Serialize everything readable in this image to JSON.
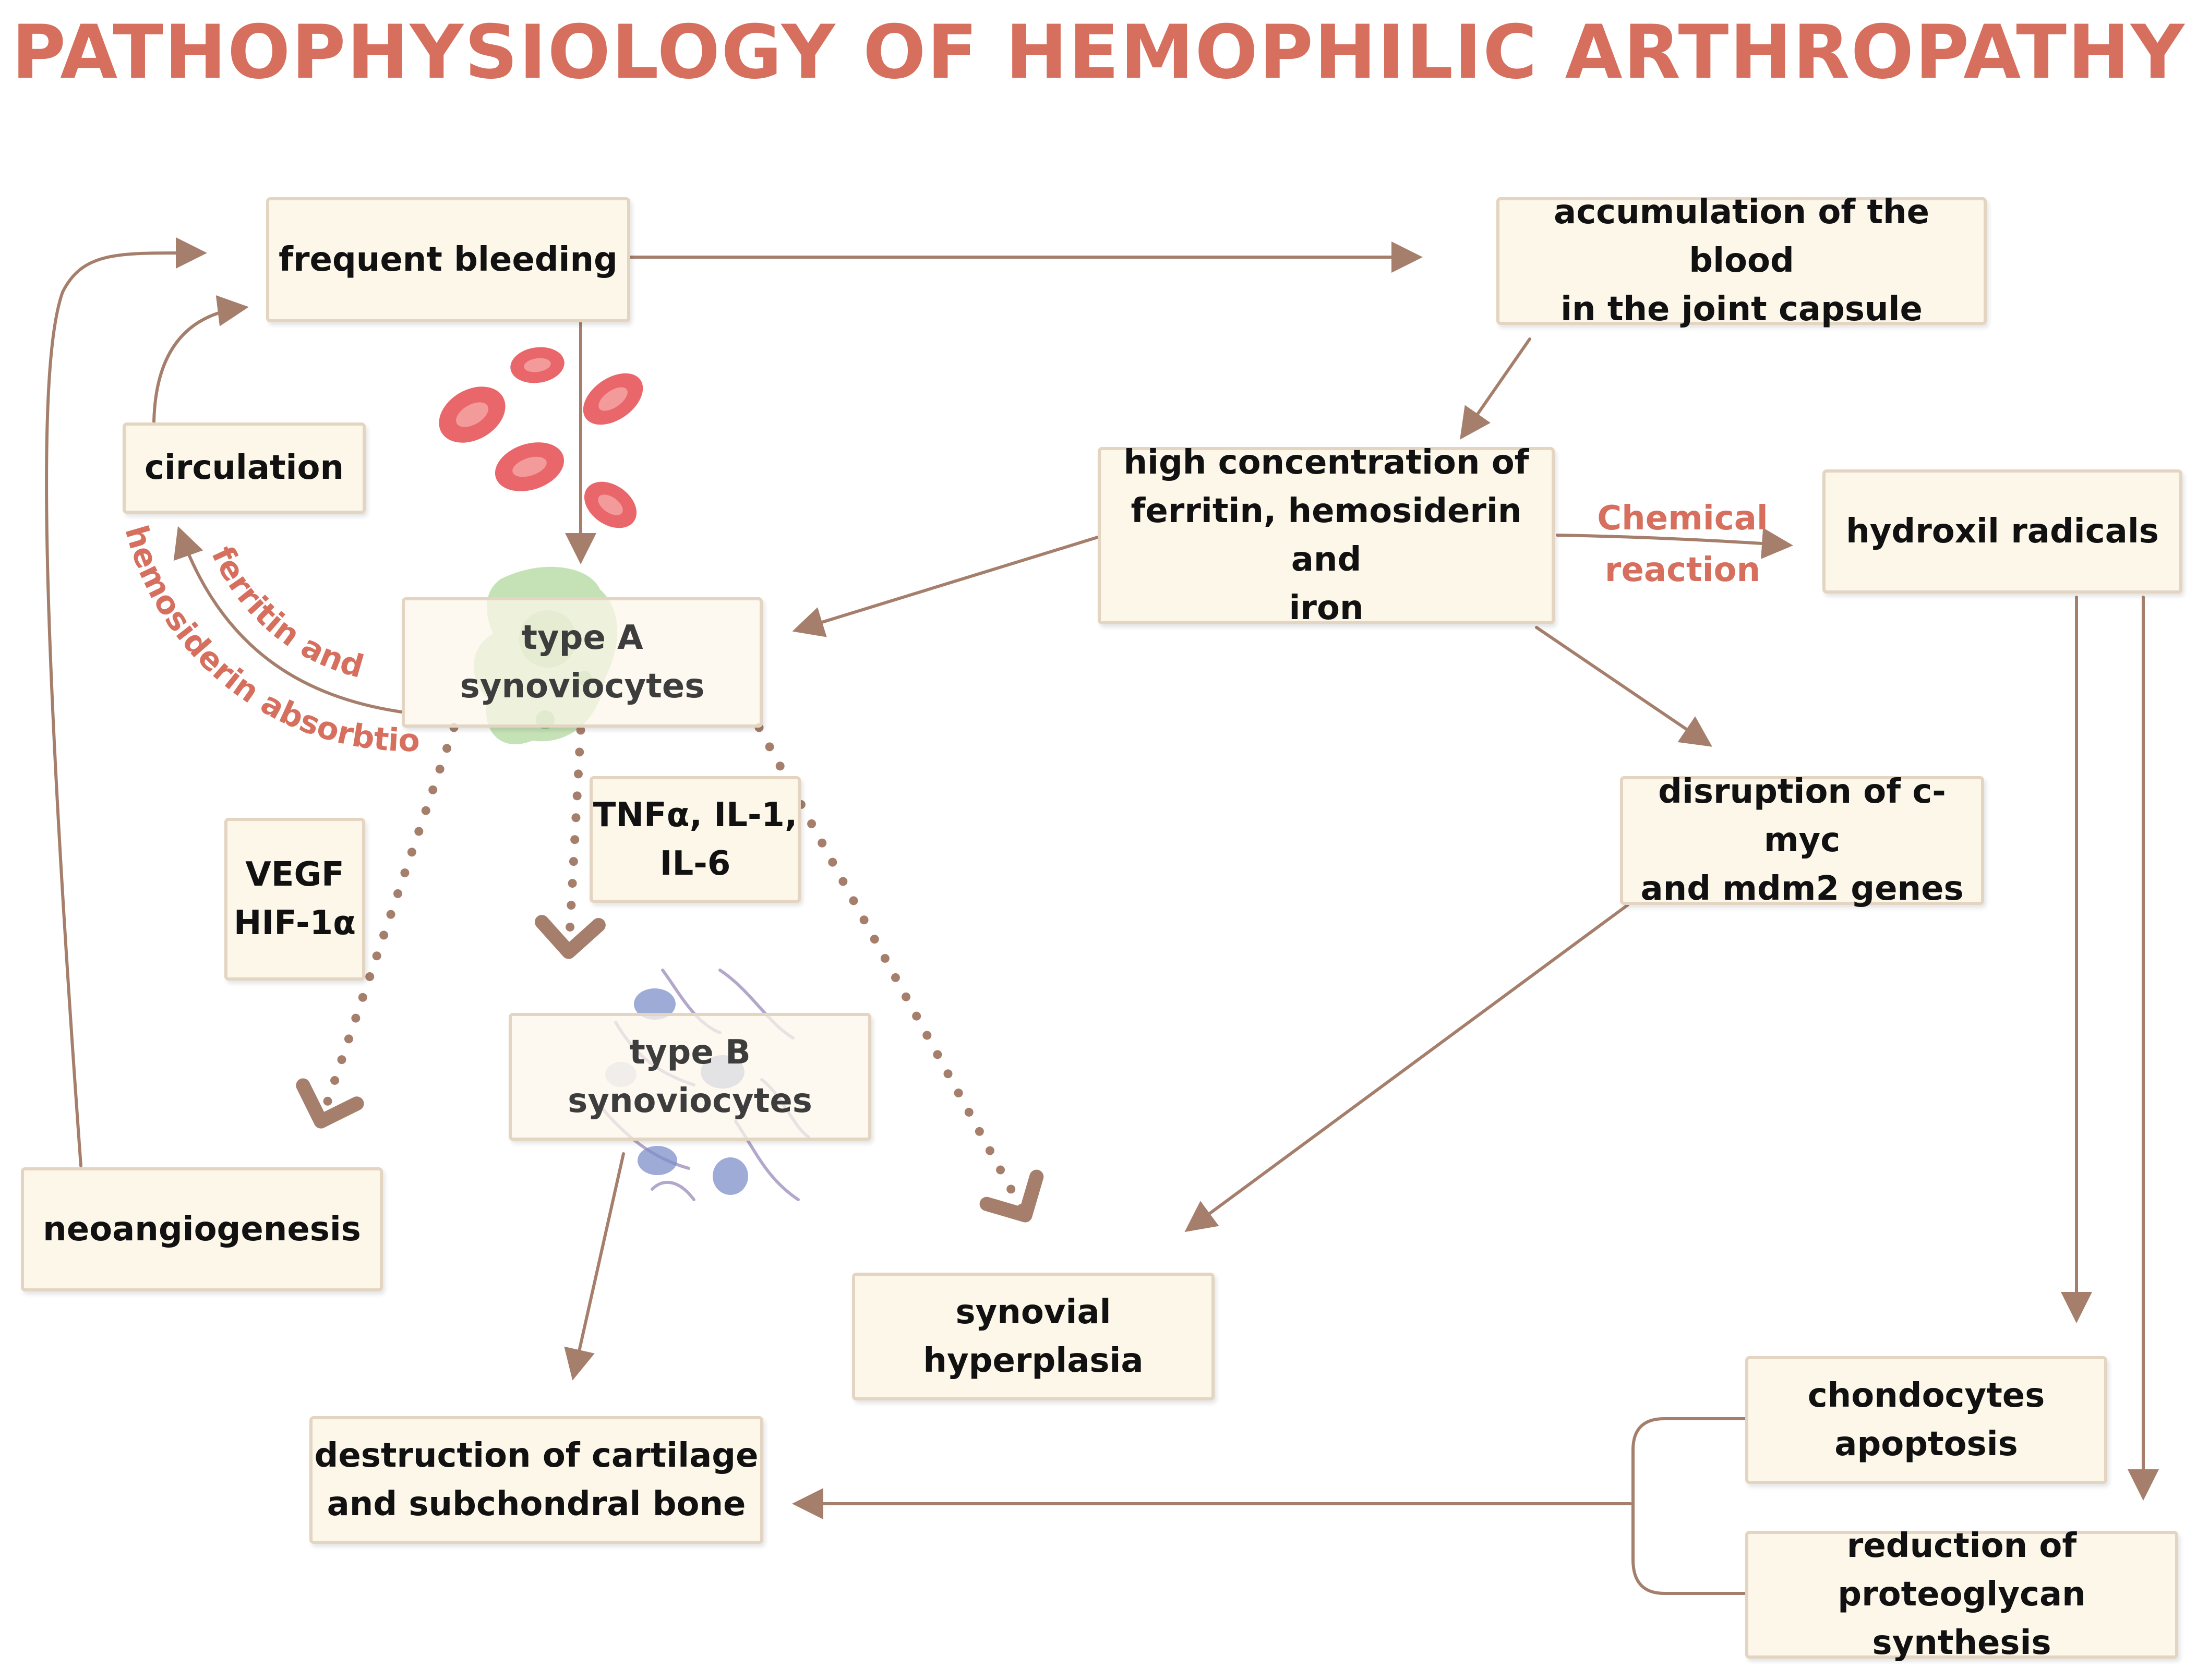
{
  "title": "PATHOPHYSIOLOGY OF HEMOPHILIC ARTHROPATHY",
  "colors": {
    "title": "#d66f5d",
    "arrow": "#a57f6c",
    "box_fill": "#fdf7ea",
    "box_border": "#e3d5c1",
    "red_blood_cell": "#e9676a",
    "synoviocyte_a": "#a6d38f",
    "synoviocyte_b": "#7d8fc8"
  },
  "nodes": {
    "frequent_bleeding": "frequent bleeding",
    "accumulation_line1": "accumulation of the blood",
    "accumulation_line2": "in the joint capsule",
    "circulation": "circulation",
    "high_conc_line1": "high concentration of",
    "high_conc_line2": "ferritin, hemosiderin and",
    "high_conc_line3": "iron",
    "hydroxil": "hydroxil radicals",
    "type_a_line1": "type A",
    "type_a_line2": "synoviocytes",
    "tnf_line1": "TNFα, IL-1,",
    "tnf_line2": "IL-6",
    "vegf_line1": "VEGF",
    "vegf_line2": "HIF-1α",
    "disruption_line1": "disruption of c-myc",
    "disruption_line2": "and mdm2 genes",
    "type_b_line1": "type B",
    "type_b_line2": "synoviocytes",
    "neoangiogenesis": "neoangiogenesis",
    "synovial_line1": "synovial",
    "synovial_line2": "hyperplasia",
    "chondrocytes_line1": "chondocytes",
    "chondrocytes_line2": "apoptosis",
    "destruction_line1": "destruction of cartilage",
    "destruction_line2": "and subchondral bone",
    "reduction_line1": "reduction of",
    "reduction_line2": "proteoglycan synthesis"
  },
  "labels": {
    "chemical_line1": "Chemical",
    "chemical_line2": "reaction",
    "absorption_line1": "ferritin and",
    "absorption_line2": "hemosiderin absorbtion"
  },
  "icons": [
    "red-blood-cell-icon",
    "type-a-synoviocyte-icon",
    "type-b-synoviocyte-icon"
  ]
}
